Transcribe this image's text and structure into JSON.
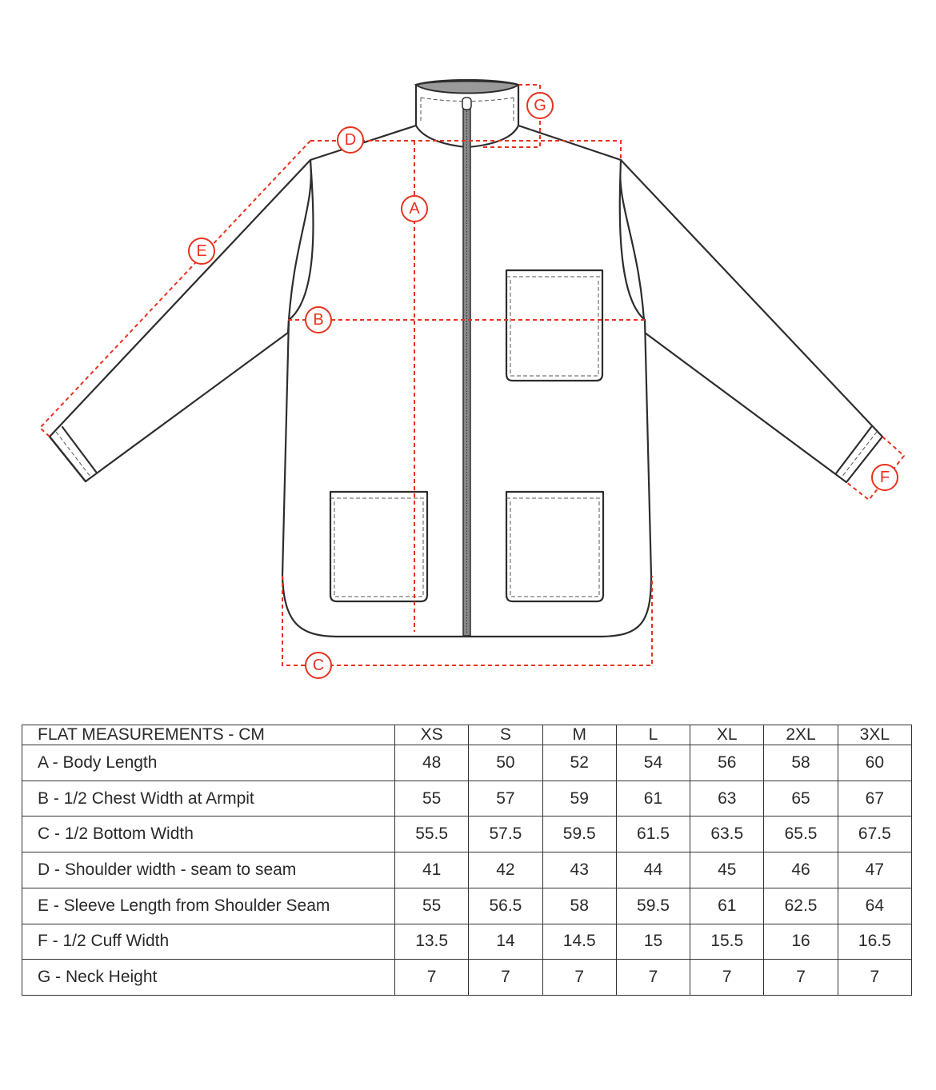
{
  "diagram": {
    "callouts": [
      "A",
      "B",
      "C",
      "D",
      "E",
      "F",
      "G"
    ],
    "colors": {
      "guide": "#e8321f",
      "outline": "#2d2d2d",
      "collar_lining": "#9a9a9a"
    }
  },
  "table": {
    "header": "FLAT MEASUREMENTS - CM",
    "sizes": [
      "XS",
      "S",
      "M",
      "L",
      "XL",
      "2XL",
      "3XL"
    ],
    "rows": [
      {
        "label": "A - Body Length",
        "values": [
          "48",
          "50",
          "52",
          "54",
          "56",
          "58",
          "60"
        ]
      },
      {
        "label": "B - 1/2 Chest Width at Armpit",
        "values": [
          "55",
          "57",
          "59",
          "61",
          "63",
          "65",
          "67"
        ]
      },
      {
        "label": "C - 1/2 Bottom Width",
        "values": [
          "55.5",
          "57.5",
          "59.5",
          "61.5",
          "63.5",
          "65.5",
          "67.5"
        ]
      },
      {
        "label": "D - Shoulder width - seam to seam",
        "values": [
          "41",
          "42",
          "43",
          "44",
          "45",
          "46",
          "47"
        ]
      },
      {
        "label": "E - Sleeve Length from Shoulder Seam",
        "values": [
          "55",
          "56.5",
          "58",
          "59.5",
          "61",
          "62.5",
          "64"
        ]
      },
      {
        "label": "F - 1/2 Cuff Width",
        "values": [
          "13.5",
          "14",
          "14.5",
          "15",
          "15.5",
          "16",
          "16.5"
        ]
      },
      {
        "label": "G - Neck Height",
        "values": [
          "7",
          "7",
          "7",
          "7",
          "7",
          "7",
          "7"
        ]
      }
    ]
  }
}
